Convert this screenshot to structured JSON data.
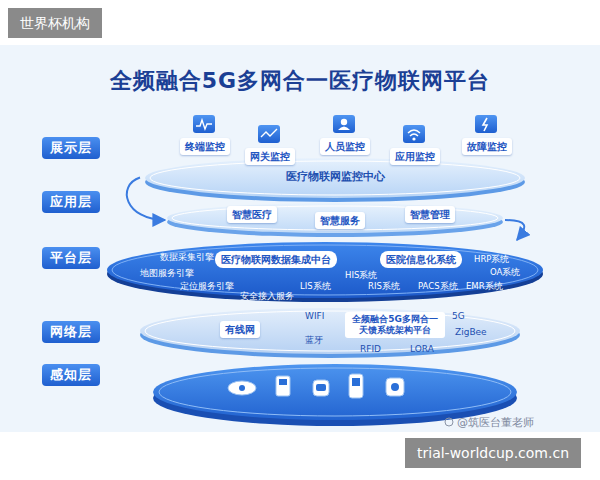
{
  "diagram": {
    "title": "全频融合5G多网合一医疗物联网平台",
    "nodes": [
      {
        "text": [
          "世界杯机构"
        ]
      },
      {
        "text": [
          "展示层"
        ]
      },
      {
        "text": [
          "应用层"
        ]
      },
      {
        "text": [
          "平台层"
        ]
      },
      {
        "text": [
          "网络层"
        ]
      },
      {
        "text": [
          "感知层"
        ]
      },
      {
        "text": [
          "医疗物联网监控中心"
        ]
      },
      {
        "text": [
          "终端监控"
        ],
        "in": 6
      },
      {
        "text": [
          "网关监控"
        ],
        "in": 6
      },
      {
        "text": [
          "人员监控"
        ],
        "in": 6
      },
      {
        "text": [
          "应用监控"
        ],
        "in": 6
      },
      {
        "text": [
          "故障监控"
        ],
        "in": 6
      },
      {
        "text": []
      },
      {
        "text": [
          "智慧医疗"
        ],
        "in": 12
      },
      {
        "text": [
          "智慧服务"
        ],
        "in": 12
      },
      {
        "text": [
          "智慧管理"
        ],
        "in": 12
      },
      {
        "text": [
          "数据采集引擎",
          "地图服务引擎",
          "定位服务引擎",
          "安全接入服务",
          "HIS系统",
          "LIS系统",
          "RIS系统",
          "PACS系统",
          "HRP系统",
          "OA系统",
          "EMR系统"
        ]
      },
      {
        "text": [
          "医疗物联网数据集成中台"
        ],
        "in": 16
      },
      {
        "text": [
          "医院信息化系统"
        ],
        "in": 16
      },
      {
        "text": [
          "WIFI",
          "蓝牙",
          "RFID",
          "5G",
          "ZigBee",
          "LORA"
        ]
      },
      {
        "text": [
          "有线网"
        ],
        "in": 19
      },
      {
        "text": [
          "全频融合5G多网合一 天馈系统架构平台"
        ],
        "in": 19
      },
      {
        "text": [
          "trial-worldcup.com.cn"
        ]
      }
    ],
    "edges": [
      {
        "from": 6,
        "to": 12,
        "arrow": "to"
      },
      {
        "from": 12,
        "to": 16,
        "arrow": "to"
      }
    ],
    "labels": [
      "@筑医台董老师"
    ]
  }
}
